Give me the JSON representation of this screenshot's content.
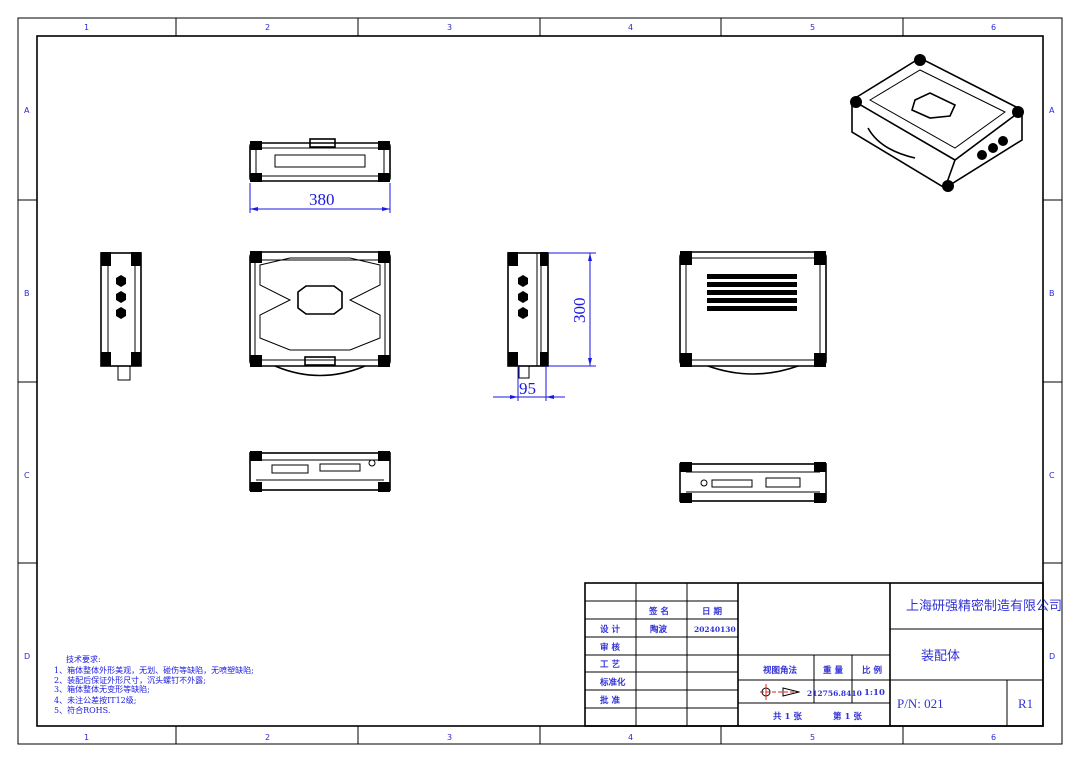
{
  "zones": {
    "columns": [
      "1",
      "2",
      "3",
      "4",
      "5",
      "6"
    ],
    "rows": [
      "A",
      "B",
      "C",
      "D"
    ]
  },
  "dimensions": {
    "width": "380",
    "height": "300",
    "depth": "95"
  },
  "technical_requirements": {
    "title": "技术要求:",
    "items": [
      "1、箱体整体外形美观，无划、碰伤等缺陷，无喷塑缺陷;",
      "2、装配后保证外形尺寸，沉头螺钉不外露;",
      "3、箱体整体无变形等缺陷;",
      "4、未注公差按IT12级;",
      "5、符合ROHS."
    ]
  },
  "title_block": {
    "company": "上海研强精密制造有限公司",
    "drawing_name": "装配体",
    "part_number": "P/N: 021",
    "revision": "R1",
    "header_signature": "签  名",
    "header_date": "日  期",
    "roles": [
      "设  计",
      "审  核",
      "工  艺",
      "标准化",
      "批  准"
    ],
    "designer": "陶波",
    "design_date": "20240130",
    "projection_label": "视图角法",
    "weight_label": "重  量",
    "scale_label": "比  例",
    "weight": "212756.8410",
    "scale": "1:10",
    "total_sheets": "共 1 张",
    "sheet_no": "第 1 张"
  },
  "colors": {
    "annotation": "#1a1ae0",
    "title_text": "#3232d6",
    "projection_symbol": "#e02020"
  }
}
